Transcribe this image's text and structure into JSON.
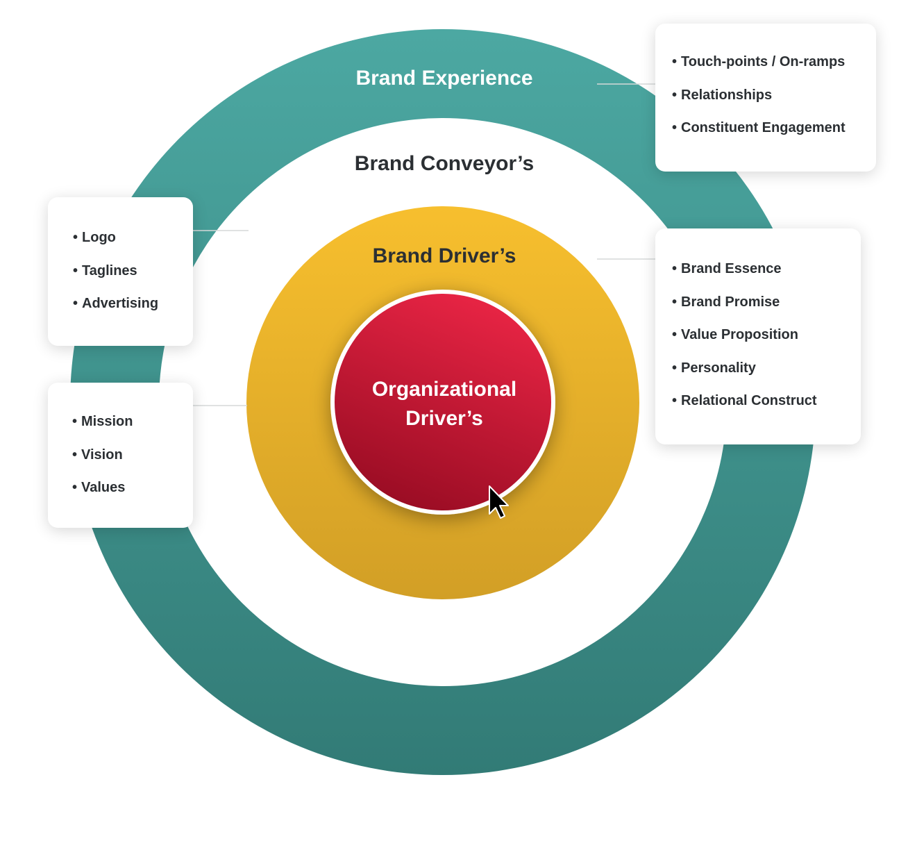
{
  "diagram": {
    "rings": {
      "experience": "Brand Experience",
      "conveyors": "Brand Conveyor’s",
      "drivers": "Brand Driver’s",
      "organizational": "Organizational Driver’s"
    },
    "cards": {
      "experience": [
        "Touch-points / On-ramps",
        "Relationships",
        "Constituent Engagement"
      ],
      "conveyors": [
        "Logo",
        "Taglines",
        "Advertising"
      ],
      "organizational": [
        "Mission",
        "Vision",
        "Values"
      ],
      "drivers": [
        "Brand Essence",
        "Brand Promise",
        "Value Proposition",
        "Personality",
        "Relational Construct"
      ]
    }
  },
  "colors": {
    "outer_ring_top": "#4ca8a2",
    "outer_ring_bottom": "#327b76",
    "middle_circle_top": "#f7bf2e",
    "middle_circle_bottom": "#d29f26",
    "inner_circle_top": "#ea2545",
    "inner_circle_bottom": "#980c23",
    "text_dark": "#2b2f33",
    "text_light": "#ffffff"
  },
  "cursor": {
    "icon": "arrow-pointer-icon"
  }
}
